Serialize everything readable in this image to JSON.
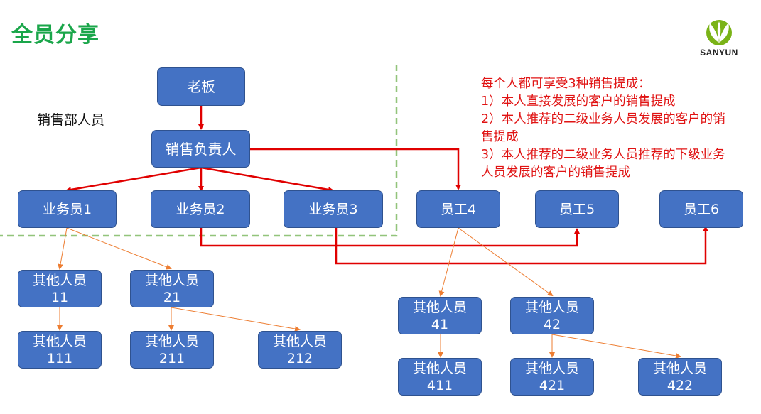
{
  "title": "全员分享",
  "dept_label": "销售部人员",
  "logo_text": "SANYUN",
  "notes": [
    "每个人都可享受3种销售提成：",
    "1）本人直接发展的客户的销售提成",
    "2）本人推荐的二级业务人员发展的客户的销售提成",
    "3）本人推荐的二级业务人员推荐的下级业务人员发展的客户的销售提成"
  ],
  "nodes": {
    "boss": "老板",
    "sales_head": "销售负责人",
    "sales1": "业务员1",
    "sales2": "业务员2",
    "sales3": "业务员3",
    "emp4": "员工4",
    "emp5": "员工5",
    "emp6": "员工6",
    "other11": {
      "label": "其他人员",
      "num": "11"
    },
    "other21": {
      "label": "其他人员",
      "num": "21"
    },
    "other111": {
      "label": "其他人员",
      "num": "111"
    },
    "other211": {
      "label": "其他人员",
      "num": "211"
    },
    "other212": {
      "label": "其他人员",
      "num": "212"
    },
    "other41": {
      "label": "其他人员",
      "num": "41"
    },
    "other42": {
      "label": "其他人员",
      "num": "42"
    },
    "other411": {
      "label": "其他人员",
      "num": "411"
    },
    "other421": {
      "label": "其他人员",
      "num": "421"
    },
    "other422": {
      "label": "其他人员",
      "num": "422"
    }
  },
  "colors": {
    "title": "#1aa64a",
    "node_fill": "#4472c4",
    "primary_arrow": "#e00000",
    "secondary_arrow": "#ed7d31",
    "dept_boundary": "#92c47b",
    "notes": "#e01313"
  }
}
